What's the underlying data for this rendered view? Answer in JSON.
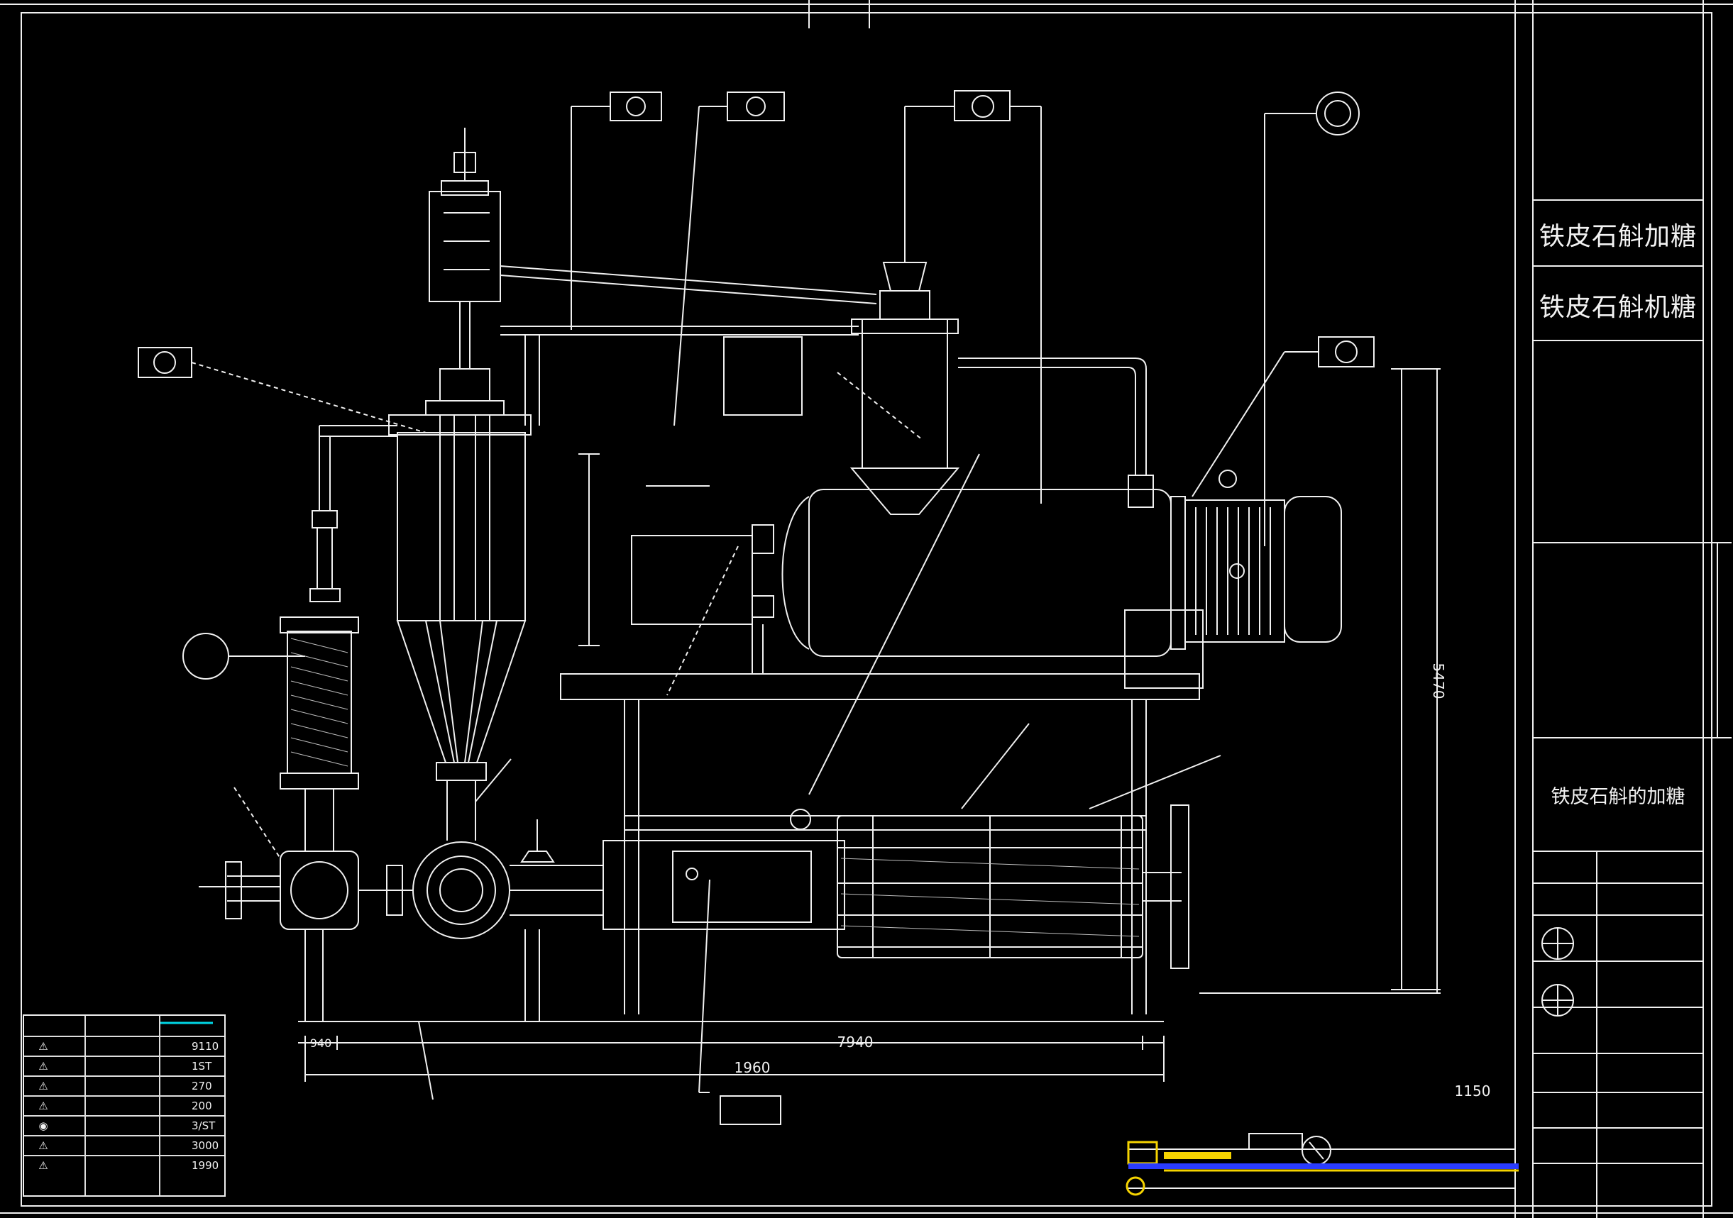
{
  "title_block": {
    "name_1": "铁皮石斛加糖",
    "name_2": "铁皮石斛机糖",
    "name_3": "铁皮石斛的加糖"
  },
  "dimensions": {
    "overall_width": "1960",
    "inner_width": "7940",
    "left_offset": "940",
    "vertical_main": "5470"
  },
  "legend": {
    "rows": [
      {
        "symbol": "⚠",
        "value": "9110"
      },
      {
        "symbol": "⚠",
        "value": "1ST"
      },
      {
        "symbol": "⚠",
        "value": "270"
      },
      {
        "symbol": "⚠",
        "value": "200"
      },
      {
        "symbol": "◉",
        "value": "3/ST"
      },
      {
        "symbol": "⚠",
        "value": "3000"
      },
      {
        "symbol": "⚠",
        "value": "1990"
      }
    ]
  },
  "bottom_strip": {
    "right_label": "1150"
  },
  "colors": {
    "line": "#f2f2f2",
    "accent_yellow": "#f5d300",
    "accent_blue": "#2a3cff",
    "accent_cyan": "#00d7e6"
  }
}
